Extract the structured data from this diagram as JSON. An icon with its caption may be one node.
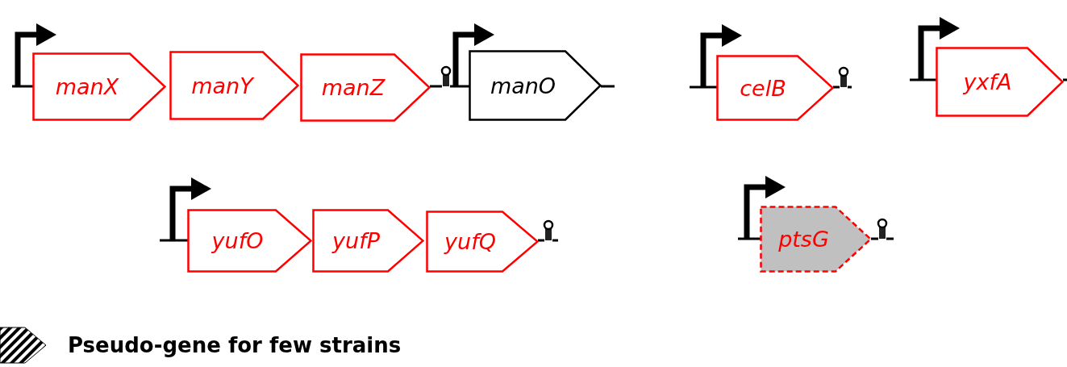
{
  "diagram": {
    "nodes": [
      {
        "text": [
          "manX"
        ]
      },
      {
        "text": [
          "manY"
        ]
      },
      {
        "text": [
          "manZ"
        ]
      },
      {
        "text": [
          "manO"
        ]
      },
      {
        "text": [
          "celB"
        ]
      },
      {
        "text": [
          "yxfA"
        ]
      },
      {
        "text": [
          "yufO"
        ]
      },
      {
        "text": [
          "yufP"
        ]
      },
      {
        "text": [
          "yufQ"
        ]
      },
      {
        "text": [
          "ptsG"
        ]
      }
    ],
    "legend": [
      {
        "text": "Pseudo-gene for few strains"
      }
    ]
  }
}
